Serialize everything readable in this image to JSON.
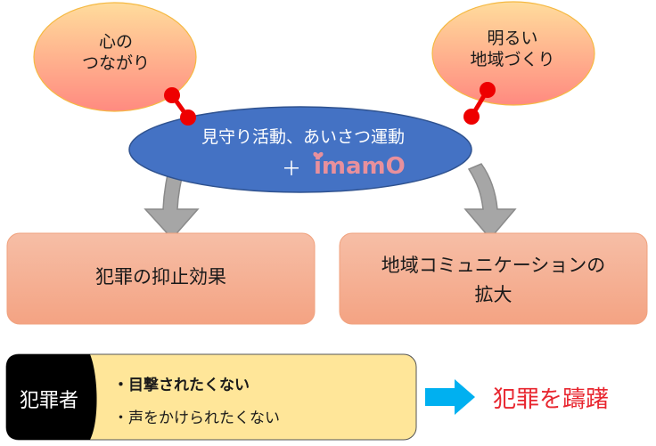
{
  "bubbles": {
    "left": {
      "line1": "心の",
      "line2": "つながり"
    },
    "right": {
      "line1": "明るい",
      "line2": "地域づくり"
    }
  },
  "center": {
    "line1": "見守り活動、あいさつ運動",
    "plus": "＋",
    "logo": "imamO"
  },
  "effects": {
    "left": {
      "text": "犯罪の抑止効果"
    },
    "right": {
      "line1": "地域コミュニケーションの",
      "line2": "拡大"
    }
  },
  "criminal": {
    "label": "犯罪者",
    "bullets": [
      "・目撃されたくない",
      "・声をかけられたくない"
    ]
  },
  "result": {
    "text": "犯罪を躊躇"
  },
  "colors": {
    "center_ellipse": "#4472c4",
    "bubble_top": "#ffd99a",
    "bubble_bottom": "#ff8a80",
    "connector": "#ee0000",
    "effect_box_top": "#f6bca4",
    "effect_box_bottom": "#f4a585",
    "gray_arrow": "#a6a6a6",
    "criminal_label_bg": "#000000",
    "criminal_box_bg": "#ffe699",
    "blue_arrow": "#00b0f0",
    "result_text": "#e8262f",
    "logo": "#e8909c"
  }
}
